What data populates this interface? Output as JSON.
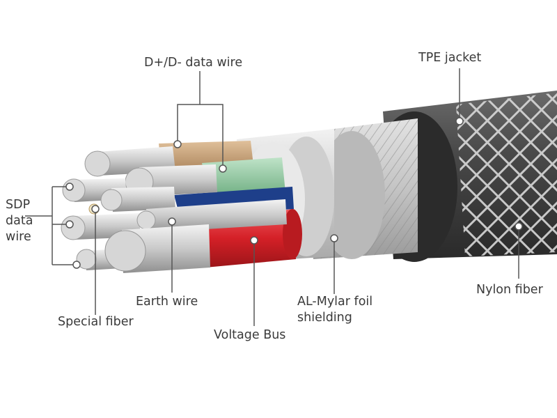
{
  "labels": {
    "data_wire": "D+/D- data wire",
    "tpe_jacket": "TPE jacket",
    "sdp_line1": "SDP",
    "sdp_line2": "data",
    "sdp_line3": "wire",
    "nylon_fiber": "Nylon fiber",
    "earth_wire": "Earth wire",
    "al_mylar_line1": "AL-Mylar foil",
    "al_mylar_line2": "shielding",
    "special_fiber": "Special fiber",
    "voltage_bus": "Voltage Bus"
  },
  "colors": {
    "label_text": "#3a3a3a",
    "leader_line": "#555555",
    "tpe_jacket": "#3a3a3a",
    "voltage_bus": "#d42027",
    "dplus_green": "#8cc59c",
    "dminus_tan": "#c9a27a",
    "earth_blue": "#1e3f8a",
    "foil_silver": "#c8c8c8"
  }
}
